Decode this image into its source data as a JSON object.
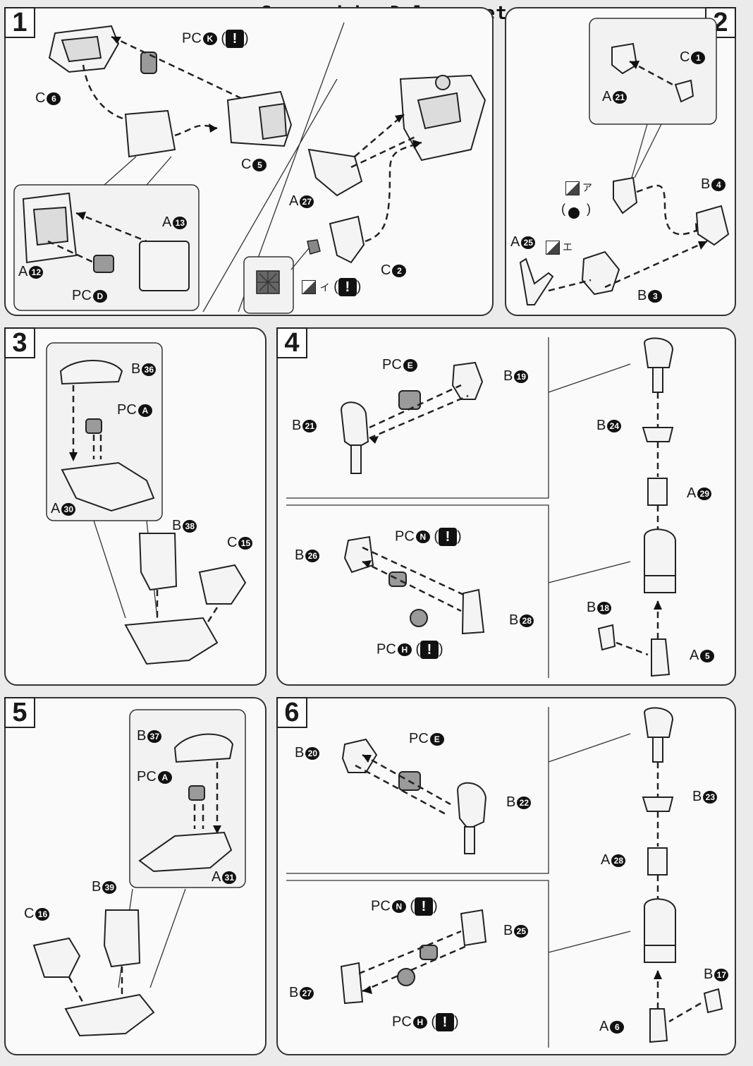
{
  "watermark": "Scanned by Dalong.net",
  "steps": [
    "1",
    "2",
    "3",
    "4",
    "5",
    "6"
  ],
  "panel1": {
    "labels": {
      "pck": "PC",
      "pck_n": "K",
      "c6": "C",
      "c6_n": "6",
      "c5": "C",
      "c5_n": "5",
      "a13": "A",
      "a13_n": "13",
      "a12": "A",
      "a12_n": "12",
      "pcd": "PC",
      "pcd_n": "D",
      "a27": "A",
      "a27_n": "27",
      "c2": "C",
      "c2_n": "2",
      "sticker_i": "イ"
    }
  },
  "panel2": {
    "labels": {
      "c1": "C",
      "c1_n": "1",
      "a21": "A",
      "a21_n": "21",
      "b4": "B",
      "b4_n": "4",
      "a25": "A",
      "a25_n": "25",
      "b3": "B",
      "b3_n": "3",
      "sticker_a": "ア",
      "sticker_e": "エ"
    }
  },
  "panel3": {
    "labels": {
      "b36": "B",
      "b36_n": "36",
      "pca": "PC",
      "pca_n": "A",
      "a30": "A",
      "a30_n": "30",
      "b38": "B",
      "b38_n": "38",
      "c15": "C",
      "c15_n": "15"
    }
  },
  "panel4": {
    "labels": {
      "pce": "PC",
      "pce_n": "E",
      "b19": "B",
      "b19_n": "19",
      "b21": "B",
      "b21_n": "21",
      "b24": "B",
      "b24_n": "24",
      "a29": "A",
      "a29_n": "29",
      "b26": "B",
      "b26_n": "26",
      "pcn": "PC",
      "pcn_n": "N",
      "b28": "B",
      "b28_n": "28",
      "pch": "PC",
      "pch_n": "H",
      "b18": "B",
      "b18_n": "18",
      "a5": "A",
      "a5_n": "5"
    }
  },
  "panel5": {
    "labels": {
      "b37": "B",
      "b37_n": "37",
      "pca": "PC",
      "pca_n": "A",
      "a31": "A",
      "a31_n": "31",
      "b39": "B",
      "b39_n": "39",
      "c16": "C",
      "c16_n": "16"
    }
  },
  "panel6": {
    "labels": {
      "b20": "B",
      "b20_n": "20",
      "pce": "PC",
      "pce_n": "E",
      "b22": "B",
      "b22_n": "22",
      "b23": "B",
      "b23_n": "23",
      "a28": "A",
      "a28_n": "28",
      "pcn": "PC",
      "pcn_n": "N",
      "b25": "B",
      "b25_n": "25",
      "b27": "B",
      "b27_n": "27",
      "pch": "PC",
      "pch_n": "H",
      "b17": "B",
      "b17_n": "17",
      "a6": "A",
      "a6_n": "6"
    }
  },
  "caution_mark": "!"
}
